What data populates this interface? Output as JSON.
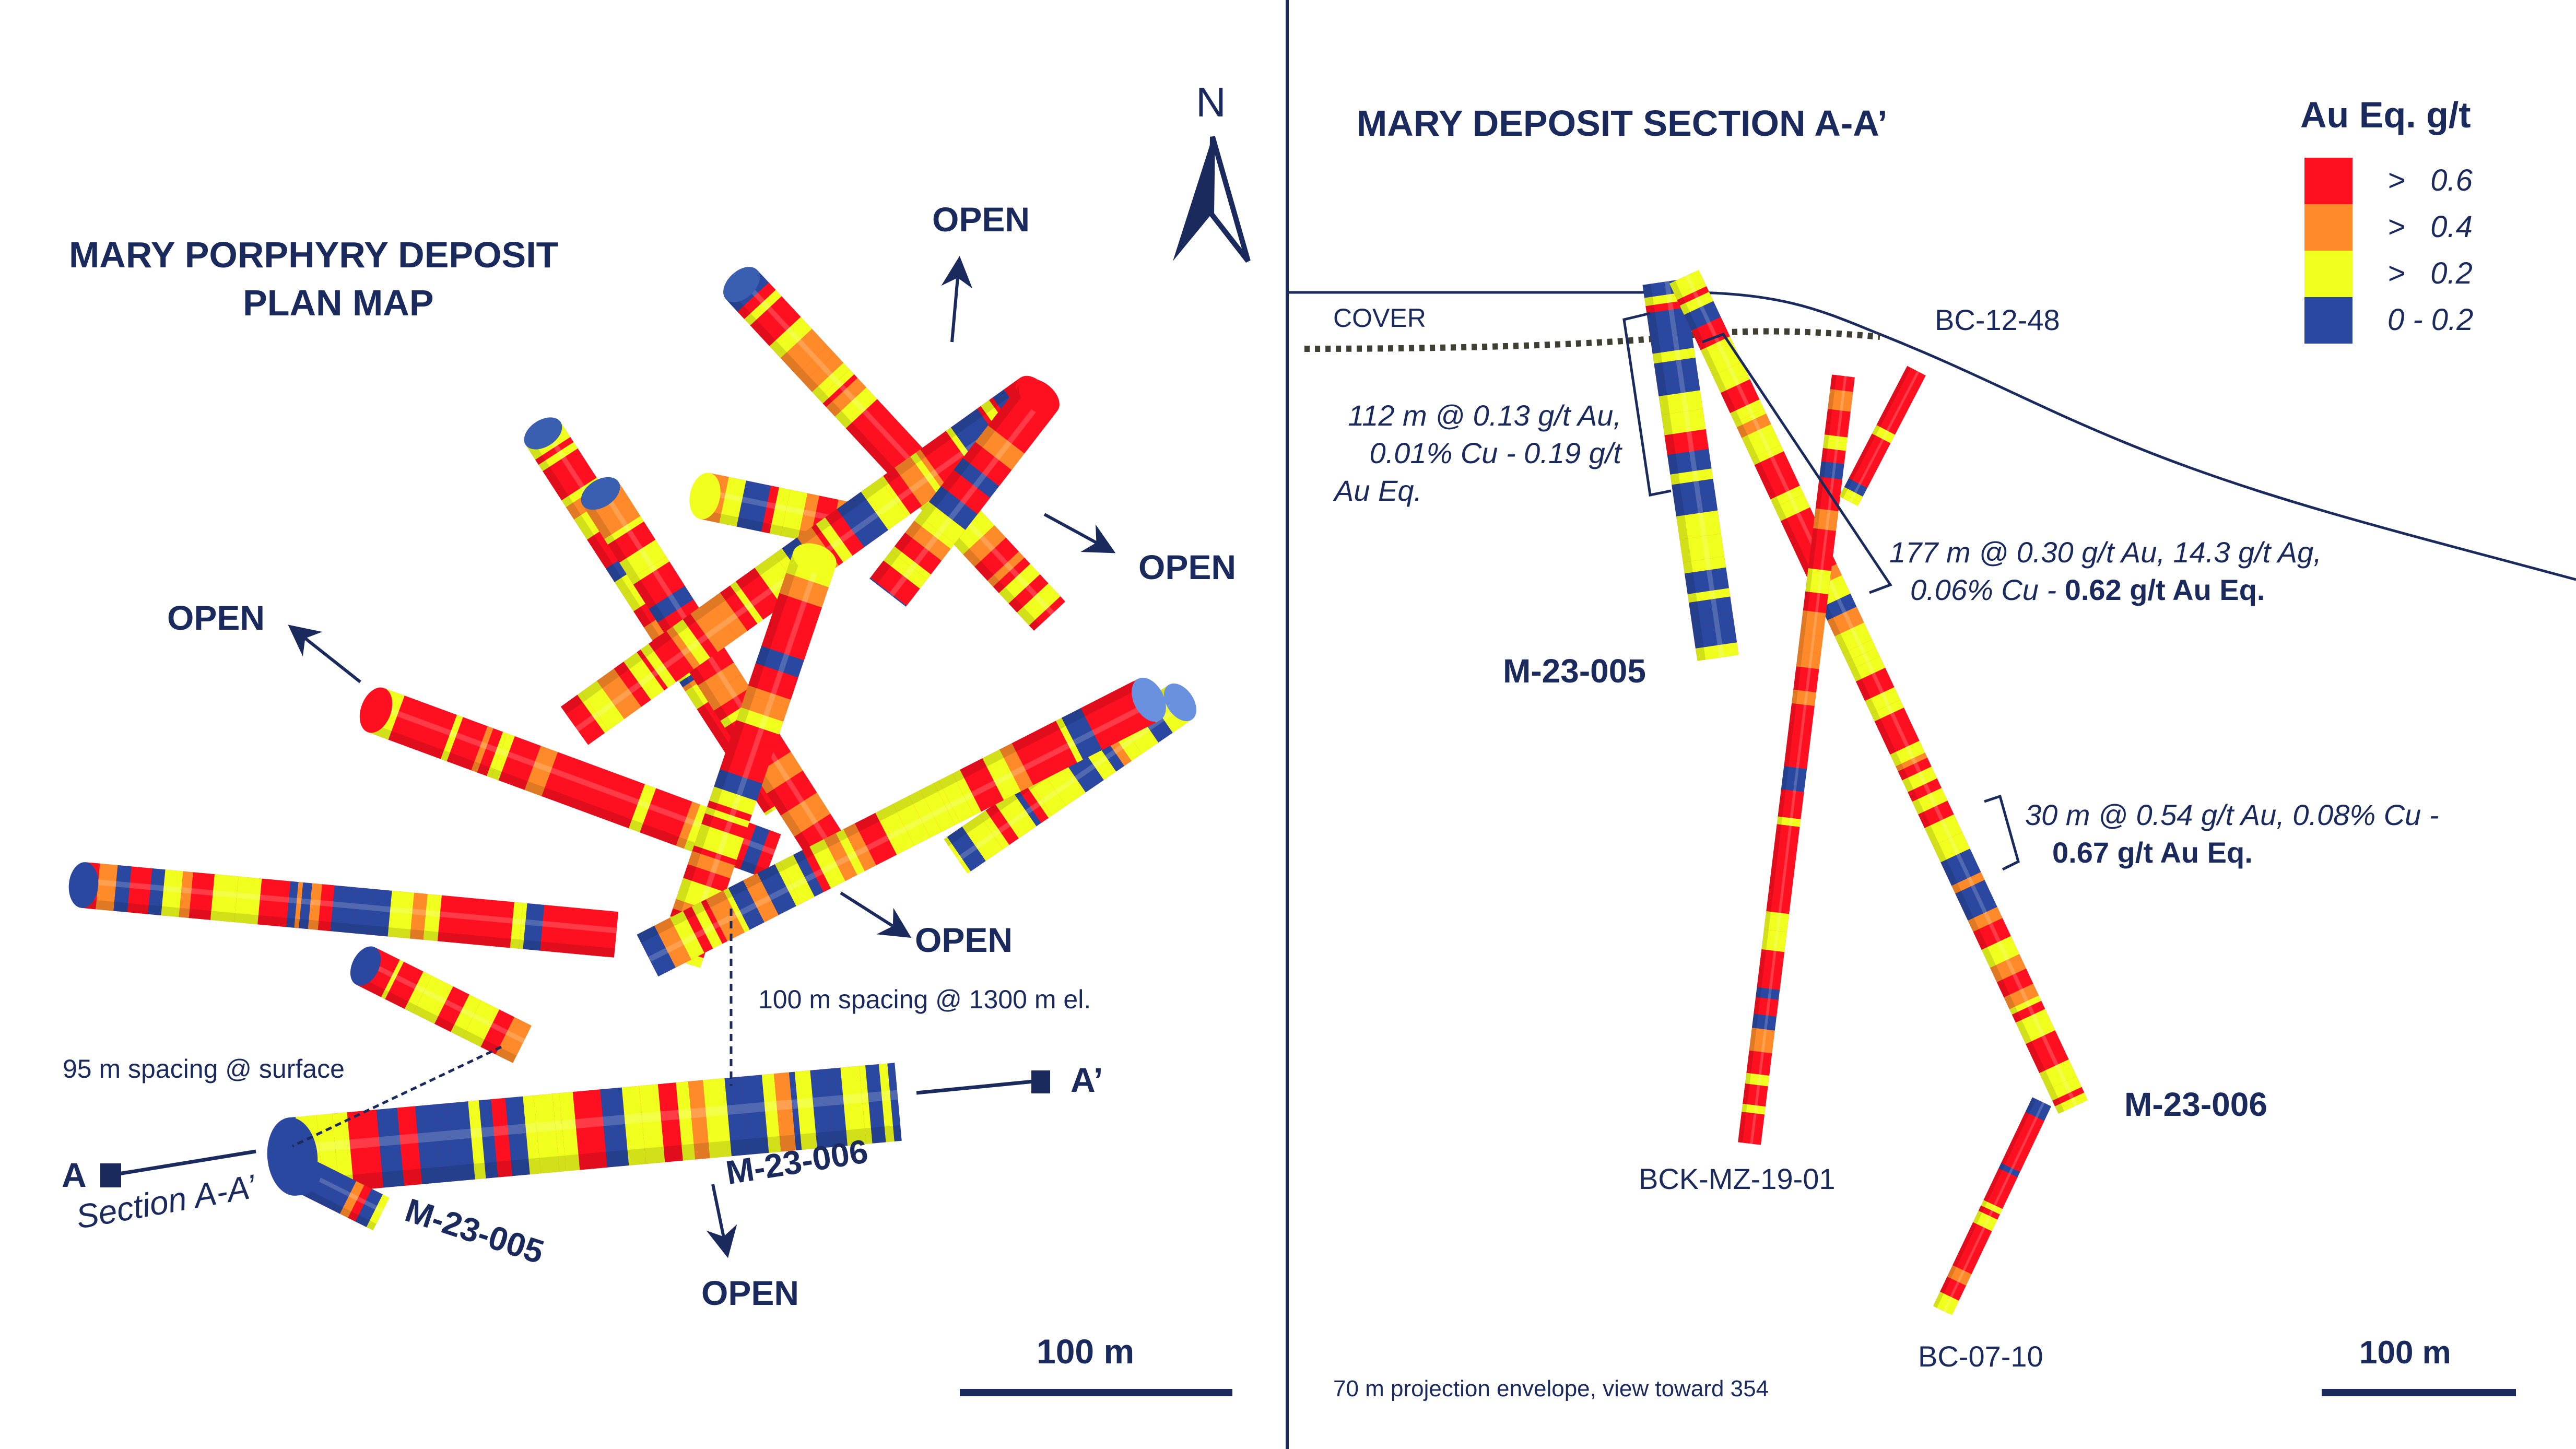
{
  "plan_map": {
    "title_line1": "MARY PORPHYRY DEPOSIT",
    "title_line2": "PLAN MAP",
    "north_label": "N",
    "open_labels": [
      "OPEN",
      "OPEN",
      "OPEN",
      "OPEN",
      "OPEN"
    ],
    "spacing_surface": "95 m spacing @ surface",
    "spacing_elevation": "100 m spacing @ 1300 m el.",
    "section_start": "A",
    "section_end": "A’",
    "section_label": "Section A-A’",
    "hole_labels": [
      "M-23-005",
      "M-23-006"
    ],
    "scale_label": "100 m"
  },
  "section": {
    "title": "MARY DEPOSIT SECTION A-A’",
    "cover_label": "COVER",
    "hole_labels": {
      "bc_12_48": "BC-12-48",
      "m_23_005": "M-23-005",
      "m_23_006": "M-23-006",
      "bck_mz_19_01": "BCK-MZ-19-01",
      "bc_07_10": "BC-07-10"
    },
    "intercepts": [
      {
        "lines": [
          "112 m @ 0.13 g/t Au,",
          "0.01% Cu - 0.19 g/t",
          "Au Eq."
        ],
        "bold": ""
      },
      {
        "lines": [
          "177 m @ 0.30 g/t Au, 14.3 g/t Ag,",
          "0.06% Cu - "
        ],
        "bold": "0.62 g/t Au Eq."
      },
      {
        "lines": [
          "30 m @ 0.54 g/t Au, 0.08% Cu -",
          ""
        ],
        "bold": "0.67 g/t Au Eq."
      }
    ],
    "footnote": "70 m projection envelope, view toward 354",
    "scale_label": "100 m"
  },
  "legend": {
    "title": "Au Eq. g/t",
    "items": [
      {
        "label": ">   0.6",
        "color": "#ff1020"
      },
      {
        "label": ">   0.4",
        "color": "#ff8a2a"
      },
      {
        "label": ">   0.2",
        "color": "#f0ff1e"
      },
      {
        "label": "0 - 0.2",
        "color": "#2a48a0"
      }
    ]
  },
  "colors": {
    "navy": "#1b2a5c",
    "red": "#ff1020",
    "orange": "#ff8a2a",
    "yellow": "#f0ff1e",
    "blue": "#2a48a0"
  }
}
